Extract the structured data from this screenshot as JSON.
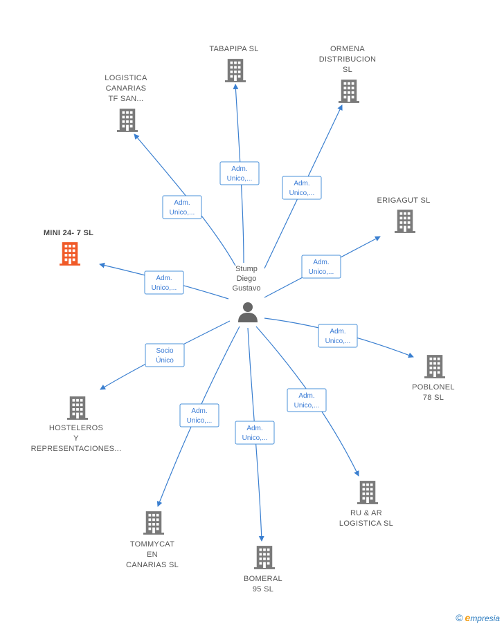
{
  "center": {
    "name_lines": [
      "Stump",
      "Diego",
      "Gustavo"
    ],
    "icon": "person-icon"
  },
  "colors": {
    "edge": "#3a7fd0",
    "building": "#7a7a7a",
    "highlight": "#f05a28",
    "person": "#666666"
  },
  "nodes": [
    {
      "id": "tabapipa",
      "lines": [
        "TABAPIPA  SL"
      ],
      "highlight": false,
      "edge": [
        "Adm.",
        "Unico,..."
      ]
    },
    {
      "id": "ormena",
      "lines": [
        "ORMENA",
        "DISTRIBUCION",
        "SL"
      ],
      "highlight": false,
      "edge": [
        "Adm.",
        "Unico,..."
      ]
    },
    {
      "id": "logistica",
      "lines": [
        "LOGISTICA",
        "CANARIAS",
        "TF SAN..."
      ],
      "highlight": false,
      "edge": [
        "Adm.",
        "Unico,..."
      ]
    },
    {
      "id": "erigagut",
      "lines": [
        "ERIGAGUT  SL"
      ],
      "highlight": false,
      "edge": [
        "Adm.",
        "Unico,..."
      ]
    },
    {
      "id": "mini24",
      "lines": [
        "MINI 24- 7  SL"
      ],
      "highlight": true,
      "edge": [
        "Adm.",
        "Unico,..."
      ]
    },
    {
      "id": "poblonel",
      "lines": [
        "POBLONEL",
        "78  SL"
      ],
      "highlight": false,
      "edge": [
        "Adm.",
        "Unico,..."
      ]
    },
    {
      "id": "hosteleros",
      "lines": [
        "HOSTELEROS",
        "Y",
        "REPRESENTACIONES..."
      ],
      "highlight": false,
      "edge": [
        "Socio",
        "Único"
      ]
    },
    {
      "id": "ruar",
      "lines": [
        "RU & AR",
        "LOGISTICA  SL"
      ],
      "highlight": false,
      "edge": [
        "Adm.",
        "Unico,..."
      ]
    },
    {
      "id": "tommycat",
      "lines": [
        "TOMMYCAT",
        "EN",
        "CANARIAS  SL"
      ],
      "highlight": false,
      "edge": [
        "Adm.",
        "Unico,..."
      ]
    },
    {
      "id": "bomeral",
      "lines": [
        "BOMERAL",
        "95  SL"
      ],
      "highlight": false,
      "edge": [
        "Adm.",
        "Unico,..."
      ]
    }
  ],
  "footer": {
    "copyright": "©",
    "brand_initial": "e",
    "brand_rest": "mpresia"
  }
}
